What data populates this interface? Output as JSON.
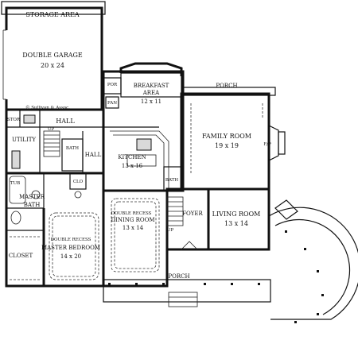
{
  "rooms": {
    "storage": {
      "name": "STORAGE AREA"
    },
    "garage": {
      "name": "DOUBLE GARAGE",
      "size": "20 x 24"
    },
    "porch_small": {
      "name": "POR"
    },
    "fan": {
      "name": "FAN"
    },
    "stor": {
      "name": "STOR"
    },
    "utility": {
      "name": "UTILITY"
    },
    "up1": {
      "name": "UP"
    },
    "bath_small": {
      "name": "BATH"
    },
    "hall_upper": {
      "name": "HALL"
    },
    "hall_side": {
      "name": "HALL"
    },
    "breakfast": {
      "name": "BREAKFAST AREA",
      "name_line1": "BREAKFAST",
      "name_line2": "AREA",
      "size": "12 x 11"
    },
    "porch_top": {
      "name": "PORCH"
    },
    "family": {
      "name": "FAMILY ROOM",
      "size": "19 x 19"
    },
    "fireplace": {
      "name": "F/P"
    },
    "kitchen": {
      "name": "KITCHEN",
      "size": "13 x 16"
    },
    "tub": {
      "name": "TUB"
    },
    "clo": {
      "name": "CLO"
    },
    "bath_kitchen": {
      "name": "BATH"
    },
    "master_bath": {
      "name": "MASTER BATH",
      "name_line1": "MASTER",
      "name_line2": "BATH"
    },
    "dining": {
      "note": "DOUBLE RECESS",
      "name": "DINING ROOM",
      "size": "13 x 14"
    },
    "foyer": {
      "name": "FOYER"
    },
    "up2": {
      "name": "UP"
    },
    "living": {
      "name": "LIVING ROOM",
      "size": "13 x 14"
    },
    "closet": {
      "name": "CLOSET"
    },
    "master_bed": {
      "note": "DOUBLE RECESS",
      "name": "MASTER BEDROOM",
      "size": "14 x 20"
    },
    "porch_front": {
      "name": "PORCH"
    }
  },
  "copyright": "© Sullivan & Assoc."
}
